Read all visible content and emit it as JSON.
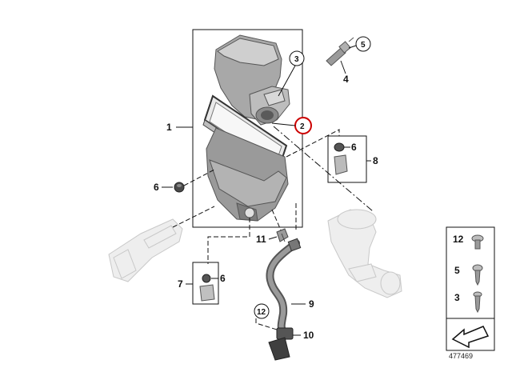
{
  "callouts": {
    "c1": "1",
    "c2": "2",
    "c3": "3",
    "c4": "4",
    "c5": "5",
    "c6a": "6",
    "c6b": "6",
    "c6c": "6",
    "c7": "7",
    "c8": "8",
    "c9": "9",
    "c10": "10",
    "c11": "11",
    "c12": "12"
  },
  "hardware_legend": {
    "items": [
      {
        "label": "12"
      },
      {
        "label": "5"
      },
      {
        "label": "3"
      }
    ]
  },
  "reference_number": "477469",
  "colors": {
    "highlight": "#cc0000",
    "line": "#111111",
    "ghost_part": "#eeeeee"
  },
  "icons": [
    "arrow-icon"
  ]
}
